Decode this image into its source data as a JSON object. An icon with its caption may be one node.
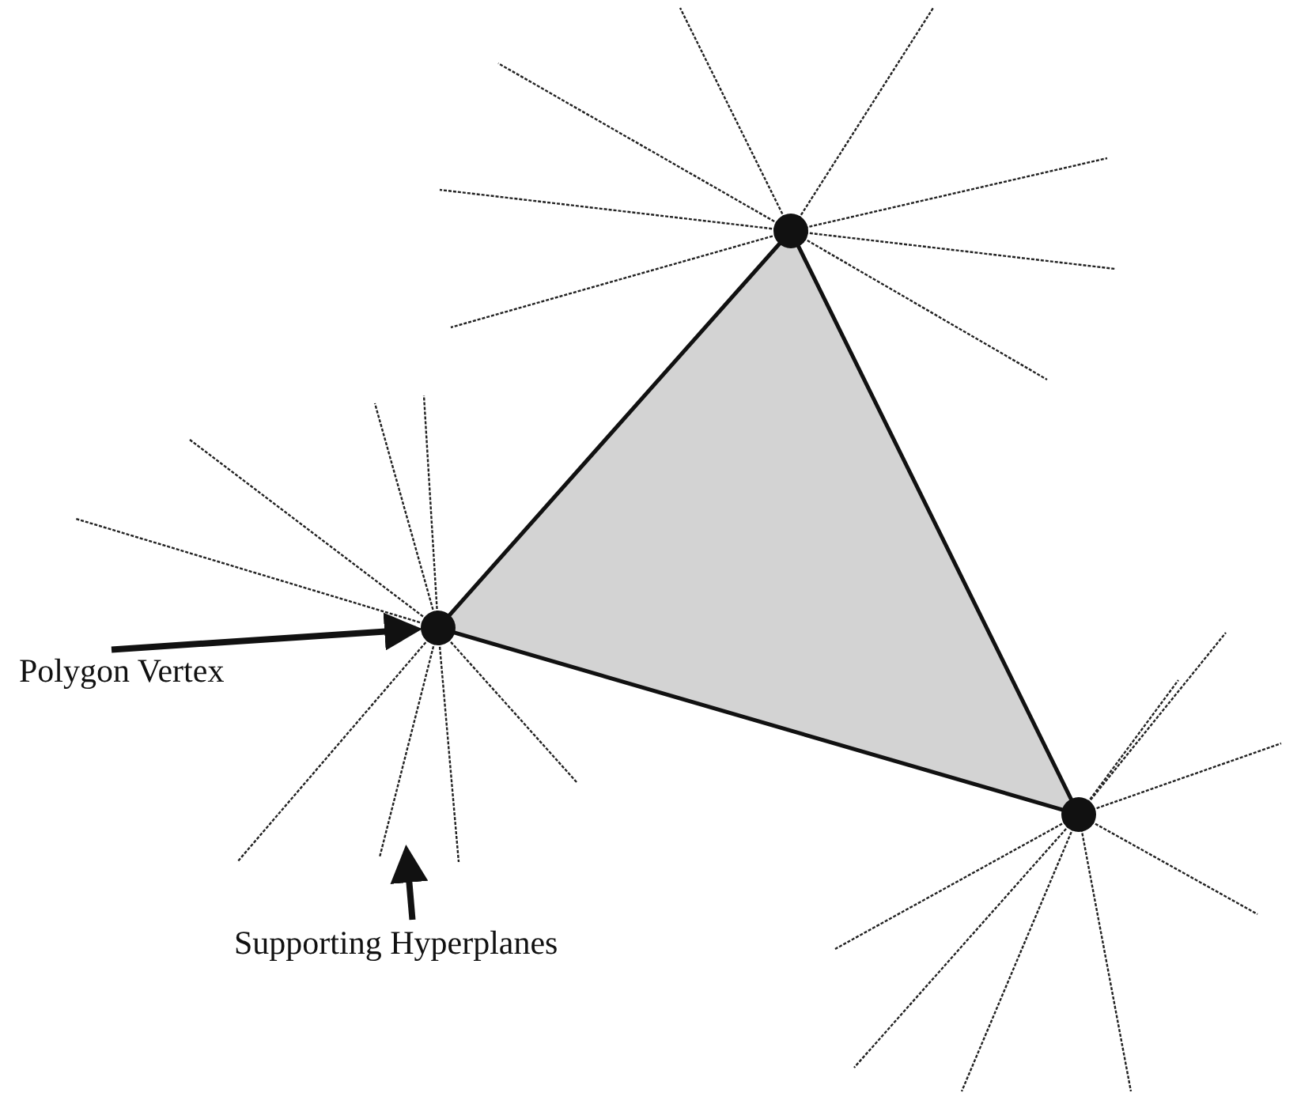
{
  "diagram": {
    "nodes": [
      {
        "text": [
          "Polygon Vertex"
        ]
      },
      {
        "text": [
          "Supporting Hyperplanes"
        ]
      },
      {
        "text": [],
        "shape": "circle"
      },
      {
        "text": [],
        "shape": "circle"
      },
      {
        "text": [],
        "shape": "circle"
      }
    ],
    "edges": [
      {
        "from": 0,
        "to": 2,
        "arrow": "to"
      },
      {
        "from": 1,
        "to": null,
        "arrow": "to"
      }
    ]
  }
}
